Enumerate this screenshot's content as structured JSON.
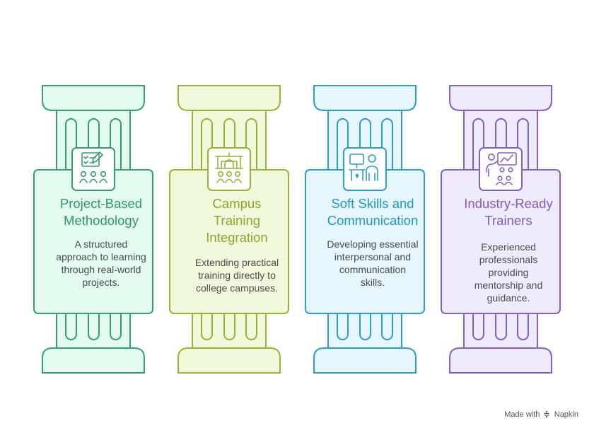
{
  "pillars": [
    {
      "title": "Project-Based Methodology",
      "title_lines": [
        "Project-Based",
        "Methodology"
      ],
      "description": "A structured approach to learning through real-world projects.",
      "description_lines": [
        "A structured",
        "approach to learning",
        "through real-world",
        "projects."
      ],
      "icon": "checklist-team-icon",
      "stroke": "#2fa36b",
      "fill": "#e4fbf0",
      "title_color": "#2b9a63"
    },
    {
      "title": "Campus Training Integration",
      "title_lines": [
        "Campus",
        "Training",
        "Integration"
      ],
      "description": "Extending practical training directly to college campuses.",
      "description_lines": [
        "Extending practical",
        "training directly to",
        "college campuses."
      ],
      "icon": "campus-group-icon",
      "stroke": "#93b532",
      "fill": "#f1f9dc",
      "title_color": "#86a82a"
    },
    {
      "title": "Soft Skills and Communication",
      "title_lines": [
        "Soft Skills and",
        "Communication"
      ],
      "description": "Developing essential interpersonal and communication skills.",
      "description_lines": [
        "Developing essential",
        "interpersonal and",
        "communication",
        "skills."
      ],
      "icon": "presentation-speaker-icon",
      "stroke": "#2a9ecf",
      "fill": "#e5f6fd",
      "title_color": "#2196c9"
    },
    {
      "title": "Industry-Ready Trainers",
      "title_lines": [
        "Industry-Ready",
        "Trainers"
      ],
      "description": "Experienced professionals providing mentorship and guidance.",
      "description_lines": [
        "Experienced",
        "professionals",
        "providing",
        "mentorship and",
        "guidance."
      ],
      "icon": "trainer-board-icon",
      "stroke": "#7f62c9",
      "fill": "#f0ebfc",
      "title_color": "#7a5cc4"
    }
  ],
  "footer": {
    "prefix": "Made with",
    "brand": "Napkin"
  }
}
